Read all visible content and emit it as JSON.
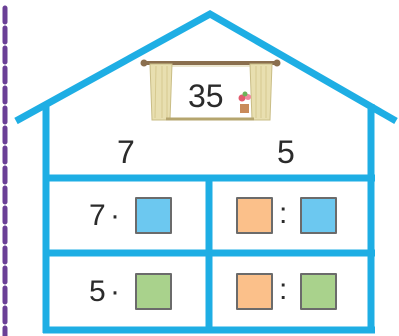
{
  "roof_number": "35",
  "factor_left": "7",
  "factor_right": "5",
  "rows": [
    {
      "left": {
        "number": "7",
        "operator": "·",
        "box_color": "blue"
      },
      "right": {
        "first_box_color": "orange",
        "operator": ":",
        "second_box_color": "blue"
      }
    },
    {
      "left": {
        "number": "5",
        "operator": "·",
        "box_color": "green"
      },
      "right": {
        "first_box_color": "orange",
        "operator": ":",
        "second_box_color": "green"
      }
    }
  ],
  "colors": {
    "house_outline": "#1eaee4",
    "box_blue": "#6cc8f0",
    "box_orange": "#fbc08a",
    "box_green": "#a9d28c",
    "side_marks": "#6a3f96",
    "curtain": "#e8dfb0",
    "curtain_rod": "#8a6f4e"
  },
  "icons": [
    "window-curtains-icon",
    "flower-pot-icon"
  ]
}
